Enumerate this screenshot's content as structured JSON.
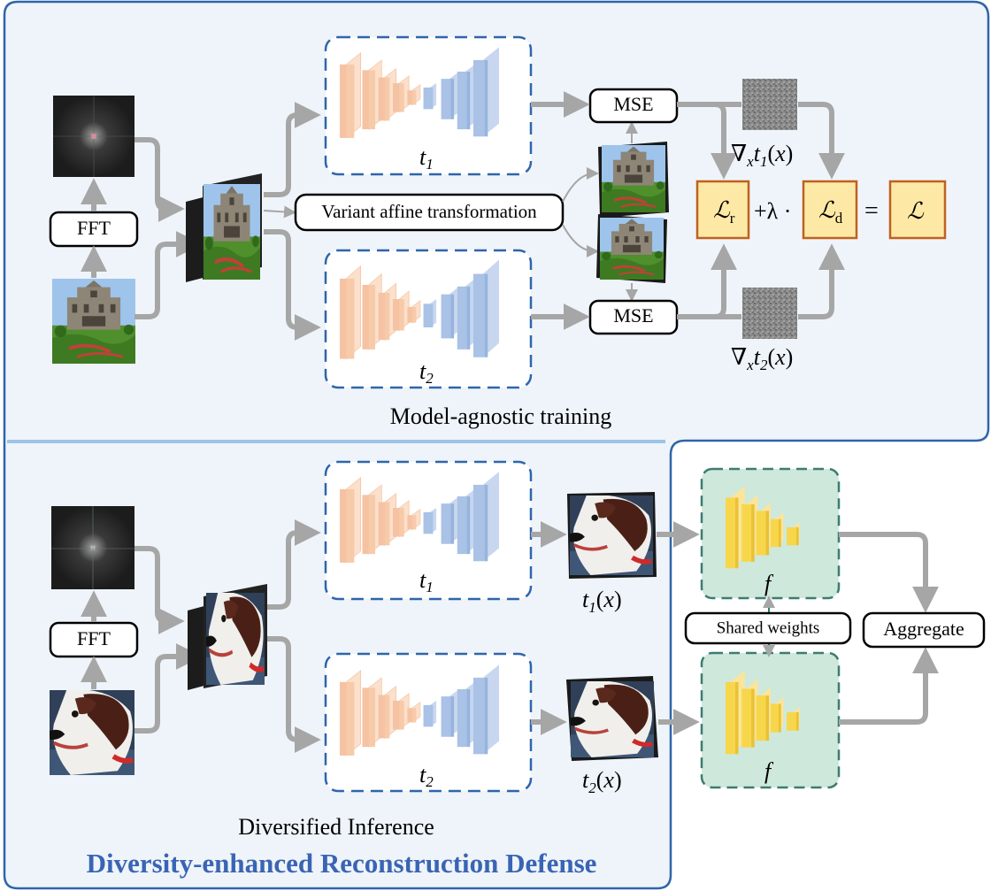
{
  "sections": {
    "training_title": "Model-agnostic training",
    "inference_title": "Diversified Inference",
    "main_title": "Diversity-enhanced Reconstruction Defense"
  },
  "boxes": {
    "fft_top": "FFT",
    "fft_bottom": "FFT",
    "variant_affine": "Variant affine transformation",
    "mse_top": "MSE",
    "mse_bottom": "MSE",
    "shared_weights": "Shared weights",
    "aggregate": "Aggregate"
  },
  "models": {
    "t": "t",
    "f": "f",
    "sub1": "1",
    "sub2": "2"
  },
  "math": {
    "nabla": "∇",
    "x": "x",
    "open": "(",
    "close": ")",
    "loss_r": "ℒ",
    "loss_r_sub": "r",
    "loss_d": "ℒ",
    "loss_d_sub": "d",
    "loss_total": "ℒ",
    "plus_lambda": "+λ ·",
    "equals": "="
  },
  "colors": {
    "panel_bg": "#eef4fa",
    "panel_border": "#2f65aa",
    "divider": "#9fc3e6",
    "arrow": "#a6a6a6",
    "encoder": "#f5c3a3",
    "decoder": "#a9c2e6",
    "loss_box": "#fde9a5",
    "loss_border": "#c0611f",
    "f_box": "#cfe8dc",
    "f_border": "#3c7c72",
    "f_net": "#f8d64c",
    "title_blue": "#3a64b4"
  },
  "icons": [
    "spectrum-image",
    "church-photo",
    "dog-photo",
    "gradient-noise-image",
    "autoencoder-icon",
    "classifier-icon"
  ]
}
